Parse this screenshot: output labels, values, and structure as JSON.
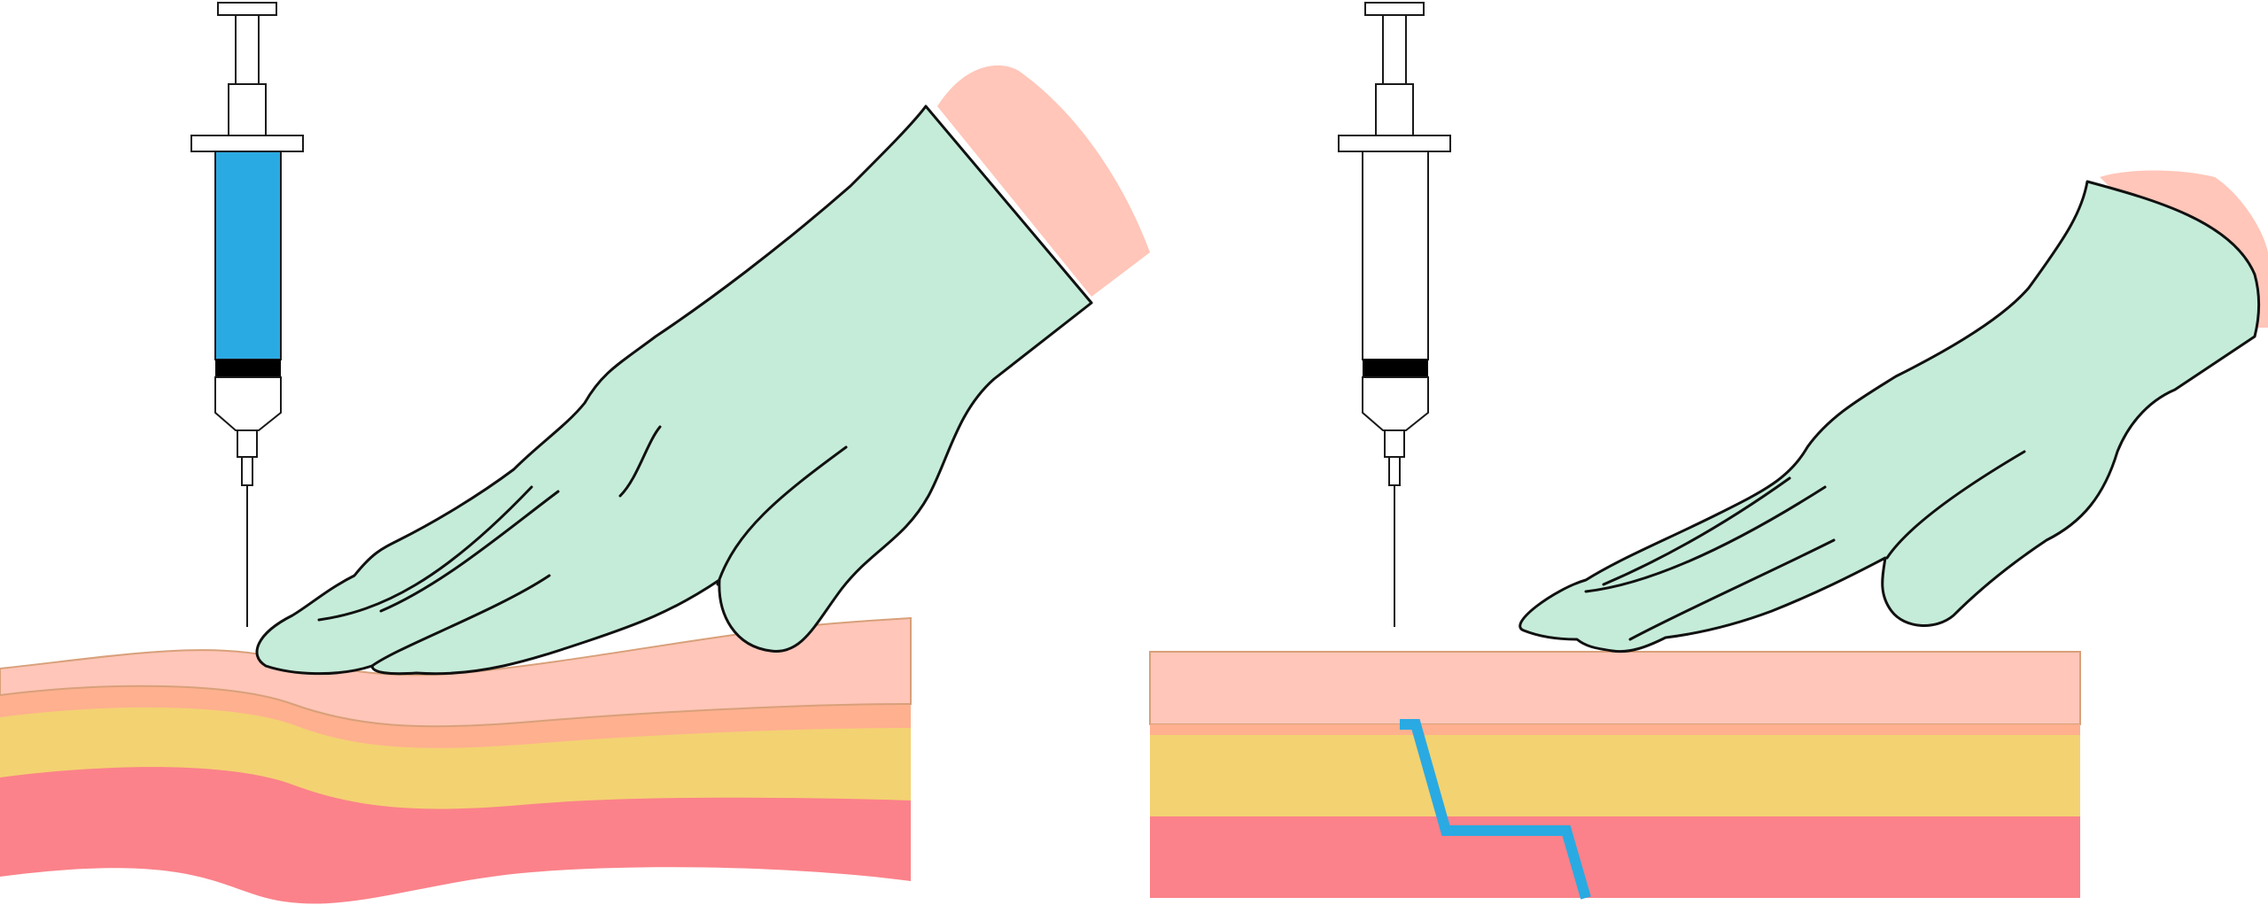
{
  "colors": {
    "background": "#ffffff",
    "epidermis": "#ffc6b9",
    "dermis_boundary": "#ffb08f",
    "subcutaneous_fat": "#f3d272",
    "muscle": "#fb828a",
    "skin_outline": "#d8a07a",
    "glove": "#c5ecd9",
    "glove_outline": "#111111",
    "forearm": "#ffc6b9",
    "syringe_fluid": "#2aaae2",
    "syringe_outline": "#1a1a1a",
    "plunger_seal": "#000000",
    "needle_track": "#2aaae2"
  },
  "panels": [
    {
      "id": "before",
      "syringe": {
        "filled": true
      },
      "skin": {
        "state": "stretched"
      },
      "hand": {
        "icon": "gloved-hand-icon"
      }
    },
    {
      "id": "after",
      "syringe": {
        "filled": false
      },
      "skin": {
        "state": "released",
        "shows_z_track": true
      },
      "hand": {
        "icon": "gloved-hand-icon"
      }
    }
  ]
}
